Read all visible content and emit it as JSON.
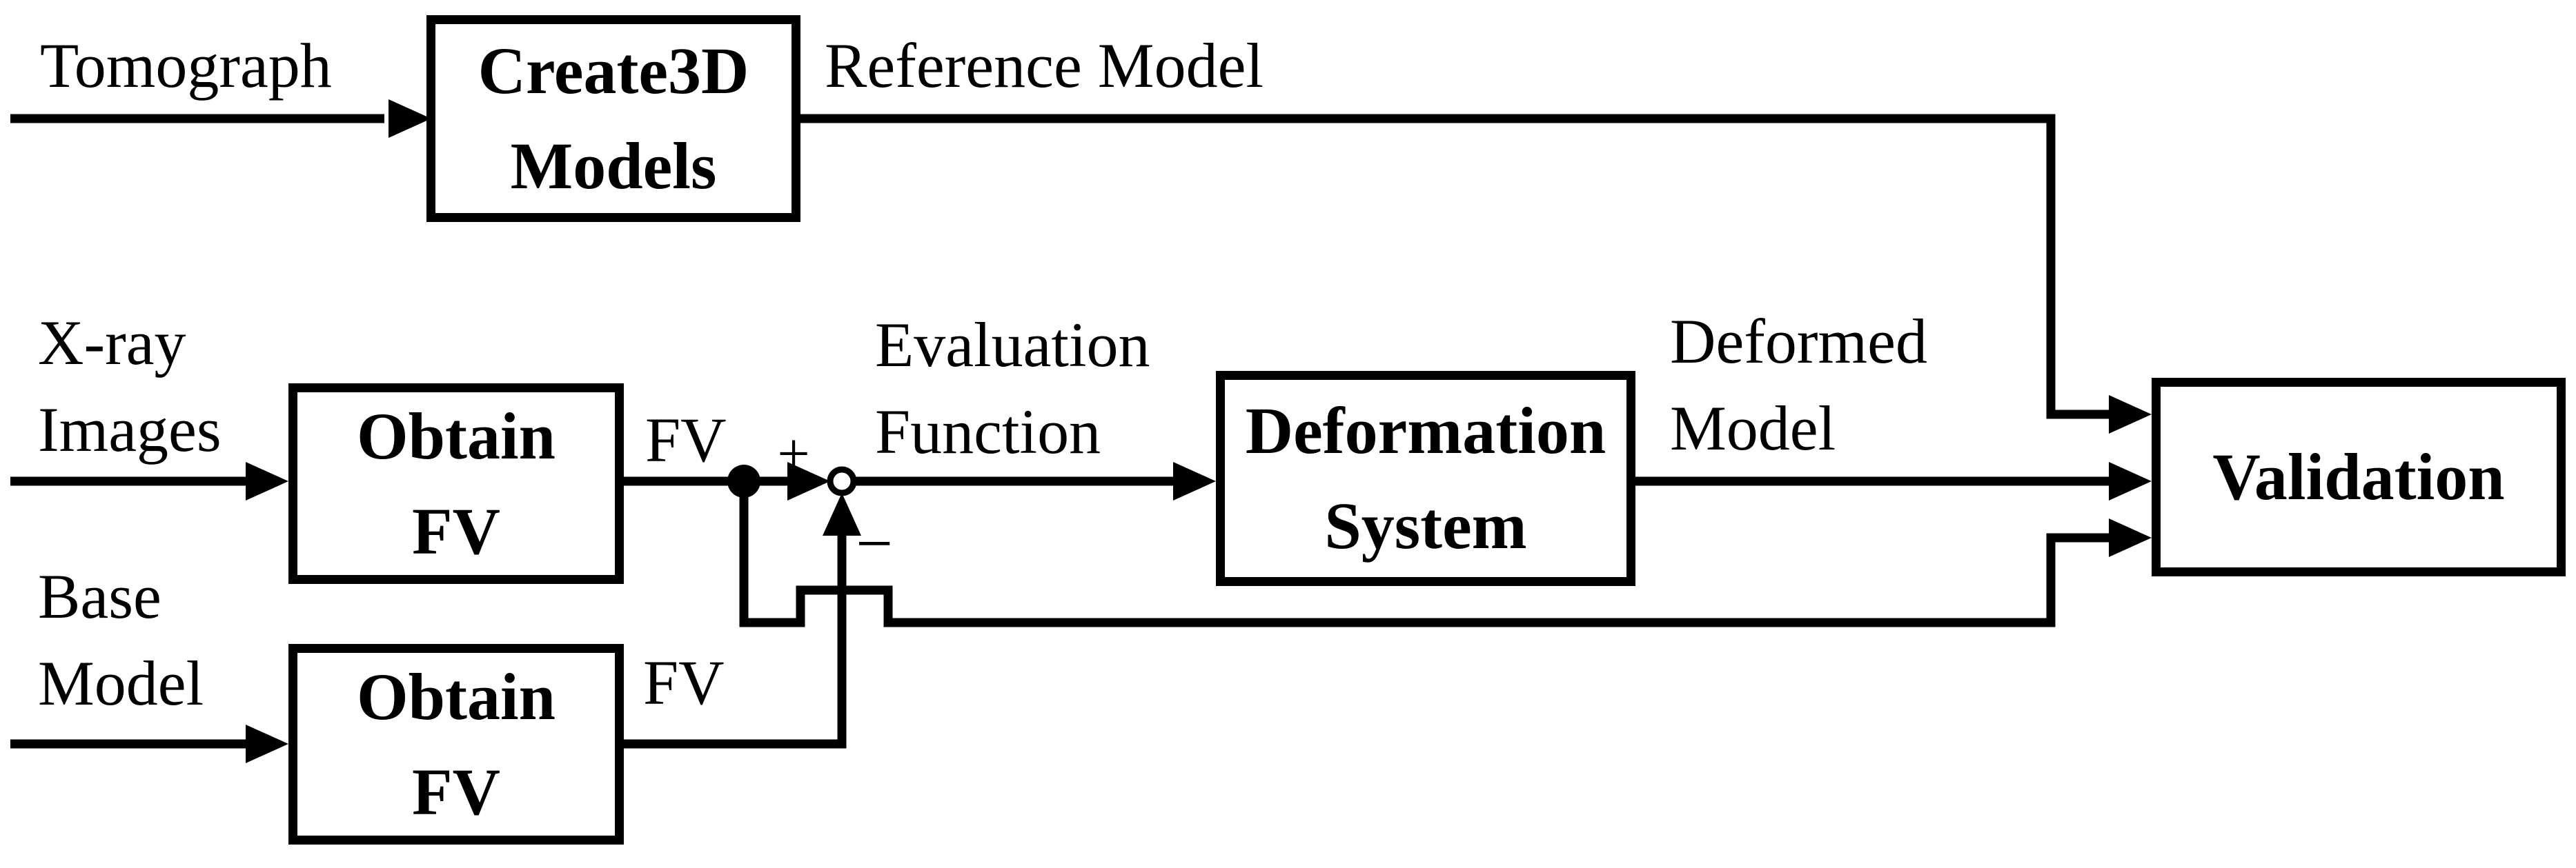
{
  "figure": {
    "background_color": "#ffffff",
    "ink_color": "#000000",
    "type": "block-flow-diagram"
  },
  "nodes": {
    "create3d": {
      "line1": "Create3D",
      "line2": "Models"
    },
    "obtain_fv_top": {
      "line1": "Obtain",
      "line2": "FV"
    },
    "obtain_fv_bottom": {
      "line1": "Obtain",
      "line2": "FV"
    },
    "deformation": {
      "line1": "Deformation",
      "line2": "System"
    },
    "validation": {
      "line1": "Validation"
    }
  },
  "labels": {
    "tomograph": "Tomograph",
    "reference_model": "Reference Model",
    "xray_line1": "X-ray",
    "xray_line2": "Images",
    "fv_top": "FV",
    "fv_bottom": "FV",
    "plus": "+",
    "minus": "−",
    "evaluation_line1": "Evaluation",
    "evaluation_line2": "Function",
    "deformed_line1": "Deformed",
    "deformed_line2": "Model",
    "base_line1": "Base",
    "base_line2": "Model"
  },
  "edges": [
    {
      "from": "tomograph-input",
      "to": "create3d",
      "label": "Tomograph"
    },
    {
      "from": "create3d",
      "to": "validation",
      "label": "Reference Model"
    },
    {
      "from": "xray-images-input",
      "to": "obtain_fv_top",
      "label": "X-ray Images"
    },
    {
      "from": "obtain_fv_top",
      "to": "summing-junction",
      "label": "FV +"
    },
    {
      "from": "base-model-input",
      "to": "obtain_fv_bottom",
      "label": "Base Model"
    },
    {
      "from": "obtain_fv_bottom",
      "to": "summing-junction",
      "label": "FV −"
    },
    {
      "from": "summing-junction",
      "to": "deformation",
      "label": "Evaluation Function"
    },
    {
      "from": "deformation",
      "to": "validation",
      "label": "Deformed Model"
    },
    {
      "from": "obtain_fv_top-tap",
      "to": "validation",
      "label": ""
    }
  ]
}
